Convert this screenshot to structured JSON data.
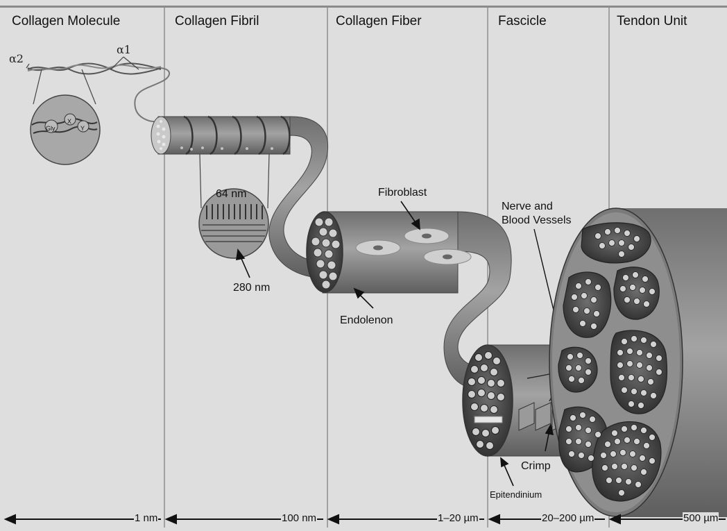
{
  "columns": [
    {
      "title": "Collagen Molecule",
      "scale": "1 nm"
    },
    {
      "title": "Collagen Fibril",
      "scale": "100 nm"
    },
    {
      "title": "Collagen Fiber",
      "scale": "1–20 µm"
    },
    {
      "title": "Fascicle",
      "scale": "20–200 µm"
    },
    {
      "title": "Tendon Unit",
      "scale": "500 µm"
    }
  ],
  "molecule": {
    "alpha2": "α2",
    "alpha1": "α1",
    "inset_labels": [
      "Gly",
      "X",
      "Y"
    ]
  },
  "labels": {
    "period": "64 nm",
    "diameter": "280 nm",
    "fibroblast": "Fibroblast",
    "endotenon": "Endolenon",
    "nerve_line1": "Nerve and",
    "nerve_line2": "Blood Vessels",
    "crimp": "Crimp",
    "epitenon": "Epitendinium"
  },
  "colors": {
    "background": "#dedede",
    "tube": "#8a8a8a",
    "dark": "#4a4a4a",
    "cell": "#c8c8c8"
  }
}
